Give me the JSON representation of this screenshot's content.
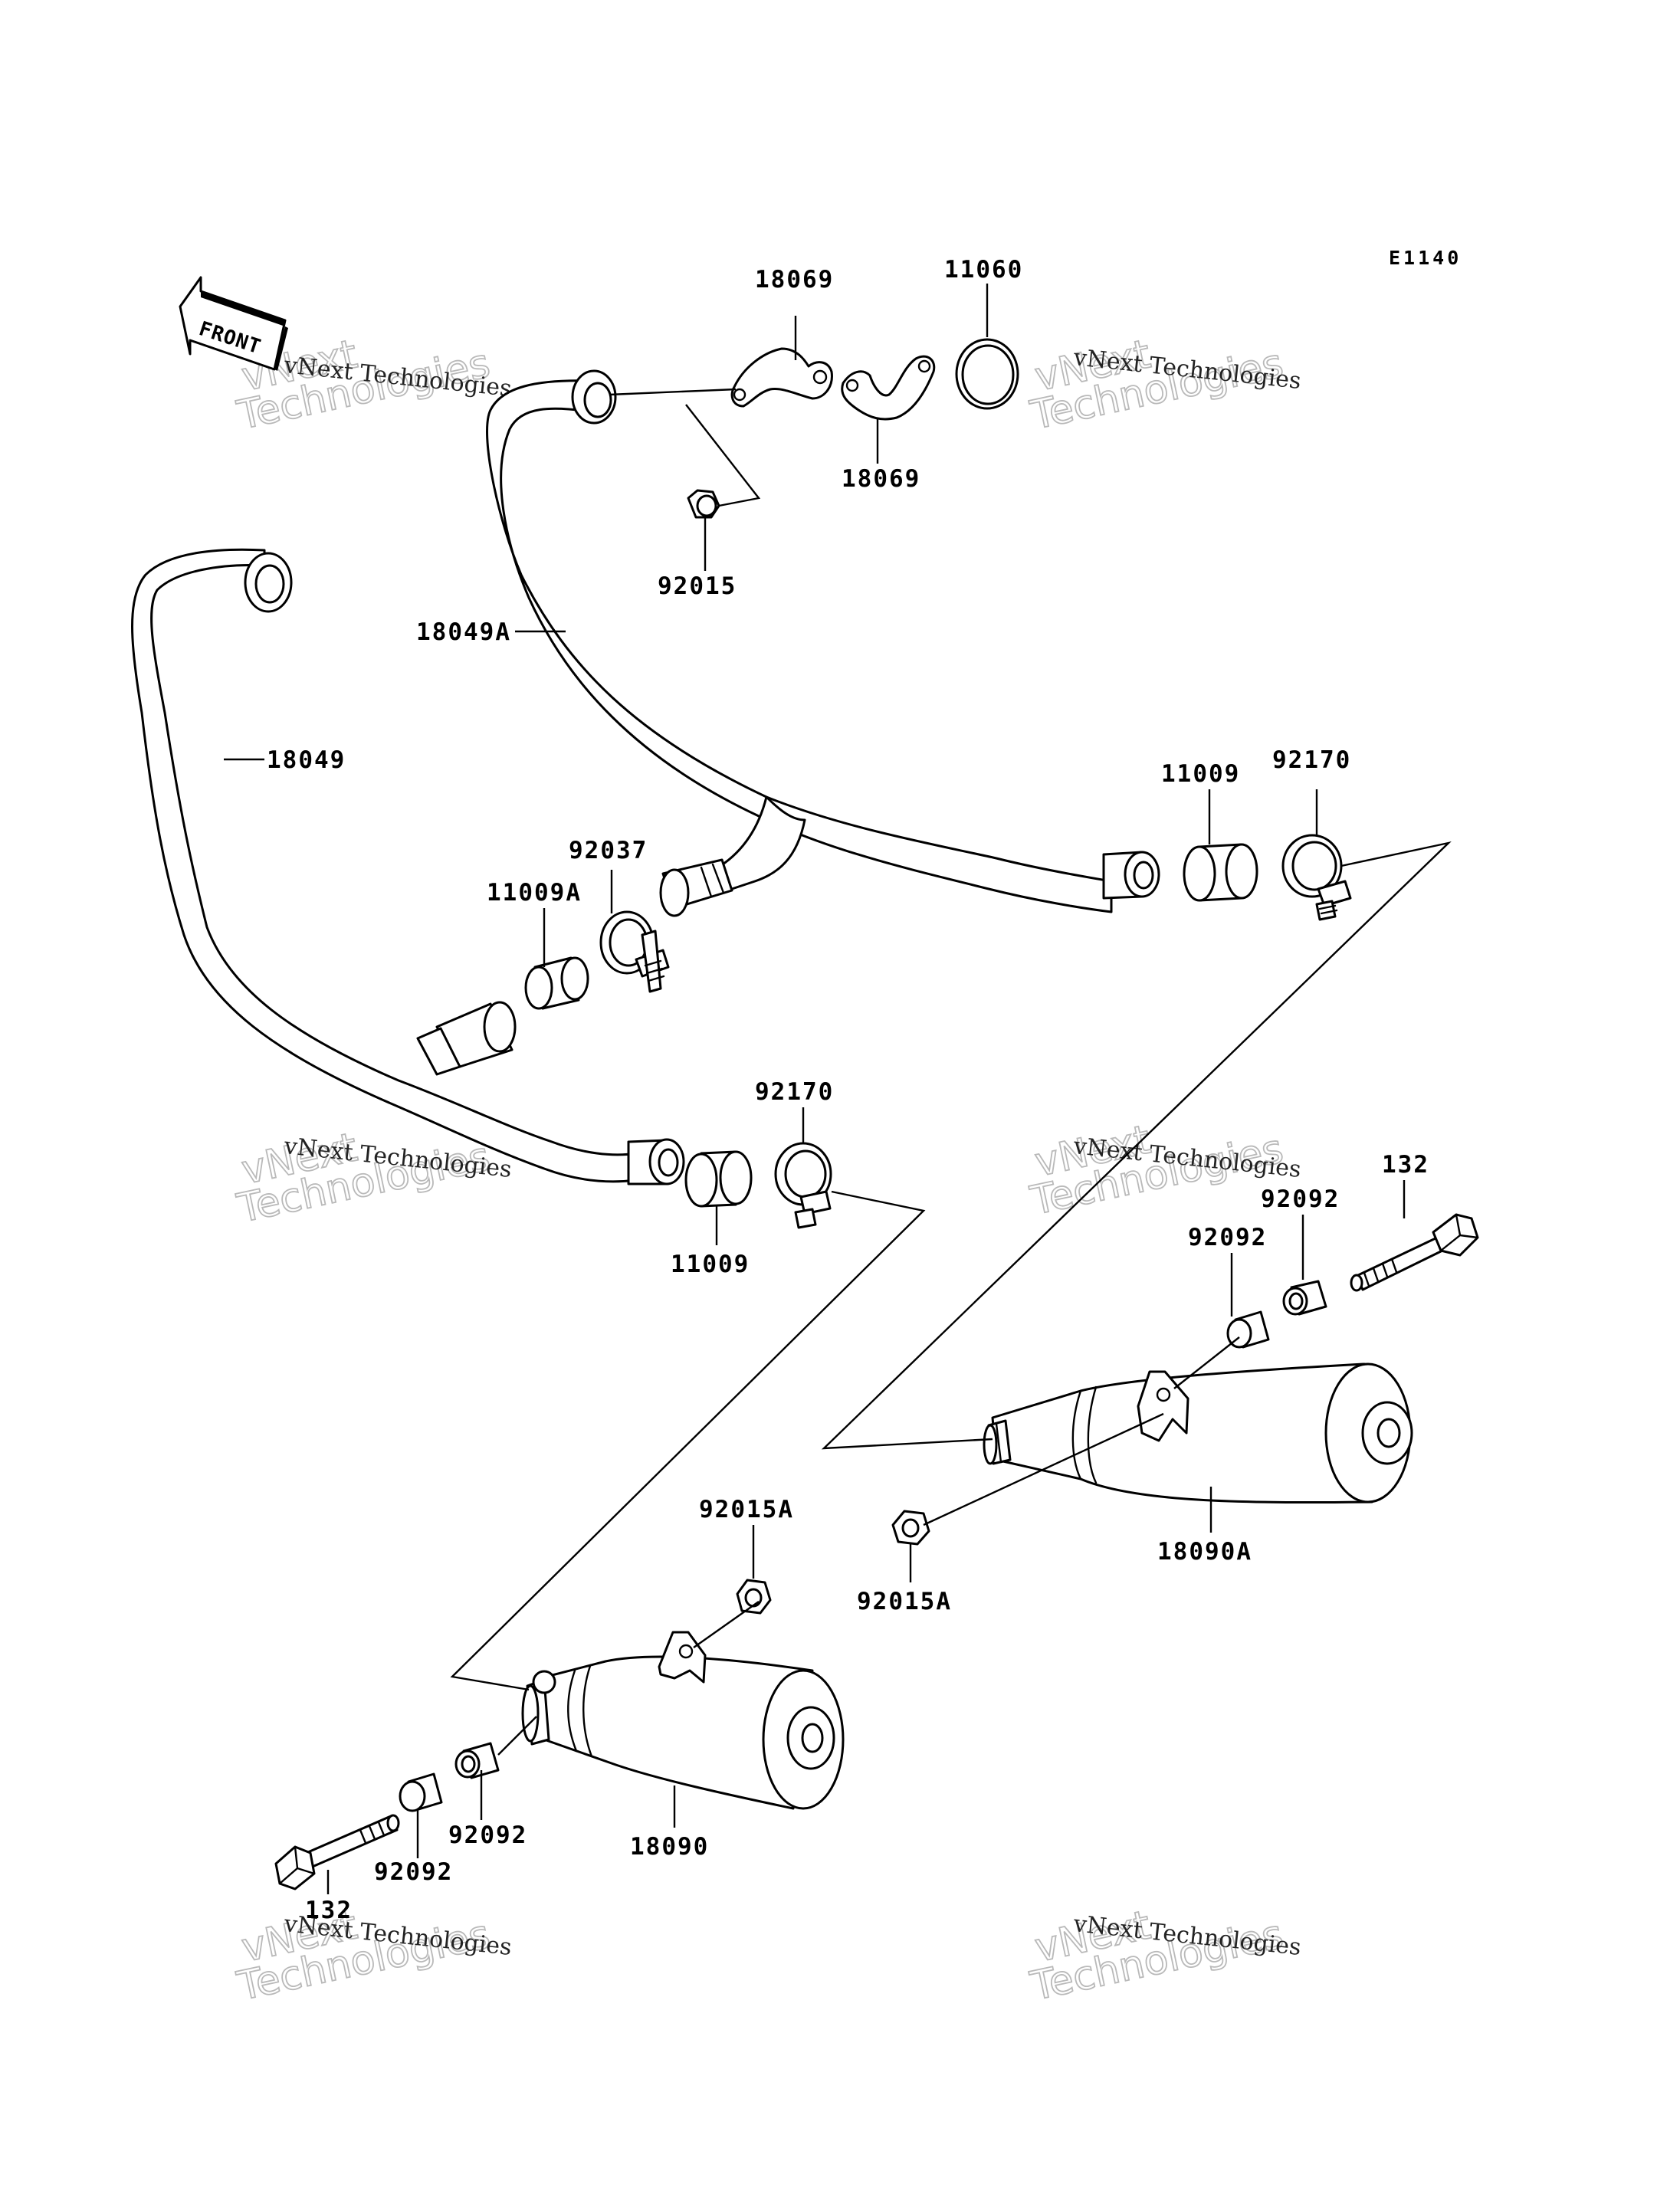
{
  "diagram": {
    "code": "E1140",
    "front_label": "FRONT",
    "labels": {
      "p18069_top": "18069",
      "p11060": "11060",
      "p18069_bottom": "18069",
      "p92015": "92015",
      "p18049A": "18049A",
      "p18049": "18049",
      "p11009_right": "11009",
      "p92170_right": "92170",
      "p92037": "92037",
      "p11009A": "11009A",
      "p92170_mid": "92170",
      "p11009_mid": "11009",
      "p132_right": "132",
      "p92092_r1": "92092",
      "p92092_r2": "92092",
      "p18090A": "18090A",
      "p92015A_top": "92015A",
      "p92015A_mid": "92015A",
      "p18090": "18090",
      "p92092_l1": "92092",
      "p92092_l2": "92092",
      "p132_left": "132"
    }
  },
  "watermark": {
    "line1": "vNext Technologies",
    "line2": "vNext",
    "line3": "Technologies"
  }
}
